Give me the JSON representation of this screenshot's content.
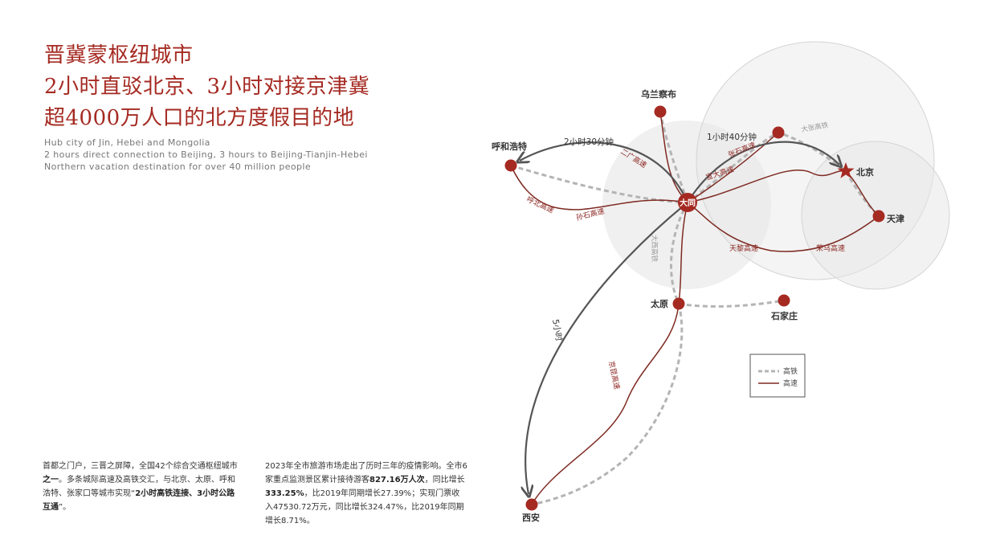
{
  "heading": {
    "line1": "晋冀蒙枢纽城市",
    "line2": "2小时直驳北京、3小时对接京津冀",
    "line3": "超4000万人口的北方度假目的地"
  },
  "subtitle": {
    "line1": "Hub city of Jin, Hebei and Mongolia",
    "line2": "2 hours direct connection to Beijing, 3 hours to Beijing-Tianjin-Hebei",
    "line3": "Northern vacation destination for over 40 million people"
  },
  "body1": {
    "p1": "首都之门户，三晋之屏障，全国42个综合交通枢纽城市",
    "b1": "之一",
    "p2": "。多条城际高速及高铁交汇，与北京、太原、呼和浩特、张家口等城市实现“",
    "b2": "2小时高铁连接、3小时公路互通",
    "p3": "”。"
  },
  "body2": {
    "p1": "2023年全市旅游市场走出了历时三年的疫情影响。全市6家重点监测景区累计接待游客",
    "b1": "827.16万人次",
    "p2": "，同比增长",
    "b2": "333.25%",
    "p3": "，比2019年同期增长27.39%；实现门票收入47530.72万元，同比增长324.47%，比2019年同期增长8.71%。"
  },
  "map": {
    "cities": {
      "datong": "大同",
      "hohhot": "呼和浩特",
      "ulanqab": "乌兰察布",
      "zhangjiakou": "",
      "beijing": "北京",
      "tianjin": "天津",
      "taiyuan": "太原",
      "shijiazhuang": "石家庄",
      "xian": "西安"
    },
    "routes": {
      "erguang": "二广高速",
      "hubei": "呼北高速",
      "sunshi": "孙石高速",
      "zhangshi": "张石高速",
      "xuanda": "宣大高速",
      "tianli": "天黎高速",
      "rongwu": "荣乌高速",
      "jingkun": "京昆高速"
    },
    "rail": {
      "dazhang": "大张高铁",
      "daxi": "大西高铁"
    },
    "times": {
      "hohhot": "2小时30分钟",
      "beijing": "1小时40分钟",
      "xian": "5小时"
    },
    "legend": {
      "rail": "高铁",
      "highway": "高速"
    },
    "colors": {
      "accent": "#a52a22",
      "highway": "#7e2a22",
      "rail": "#b4b4b4",
      "arrow": "#555555",
      "circle": "#e6e6e6"
    }
  }
}
